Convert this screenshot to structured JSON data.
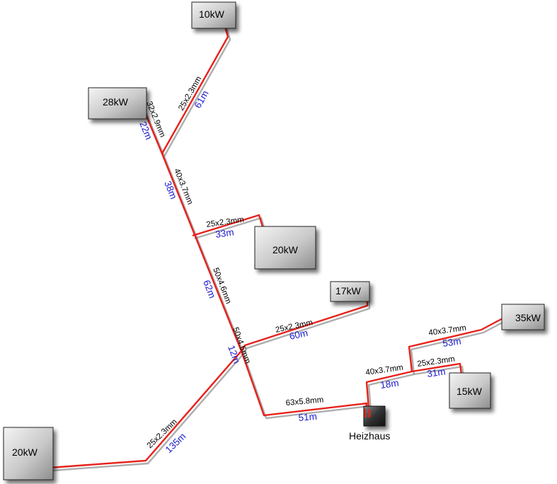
{
  "consumers": {
    "c10": "10kW",
    "c28": "28kW",
    "c20_mid": "20kW",
    "c17": "17kW",
    "c35": "35kW",
    "c15": "15kW",
    "c20_left": "20kW"
  },
  "heizhaus": {
    "label": "Heizhaus"
  },
  "pipes": {
    "p_main_a": {
      "dim": "63x5.8mm",
      "len": "51m"
    },
    "p_left": {
      "dim": "25x2.3mm",
      "len": "135m"
    },
    "p_trunk_b": {
      "dim": "50x4.6mm",
      "len": "12m"
    },
    "p_17": {
      "dim": "25x2.3mm",
      "len": "60m"
    },
    "p_trunk_c": {
      "dim": "50x4.6mm",
      "len": "62m"
    },
    "p_20mid": {
      "dim": "25x2.3mm",
      "len": "33m"
    },
    "p_trunk_d": {
      "dim": "40x3.7mm",
      "len": "38m"
    },
    "p_28": {
      "dim": "32x2.9mm",
      "len": "22m"
    },
    "p_10": {
      "dim": "25x2.3mm",
      "len": "61m"
    },
    "p_east_a": {
      "dim": "40x3.7mm",
      "len": "18m"
    },
    "p_15": {
      "dim": "25x2.3mm",
      "len": "31m"
    },
    "p_35": {
      "dim": "40x3.7mm",
      "len": "53m"
    }
  },
  "colors": {
    "pipe": "#e8211b",
    "length_text": "#1a1acc"
  }
}
